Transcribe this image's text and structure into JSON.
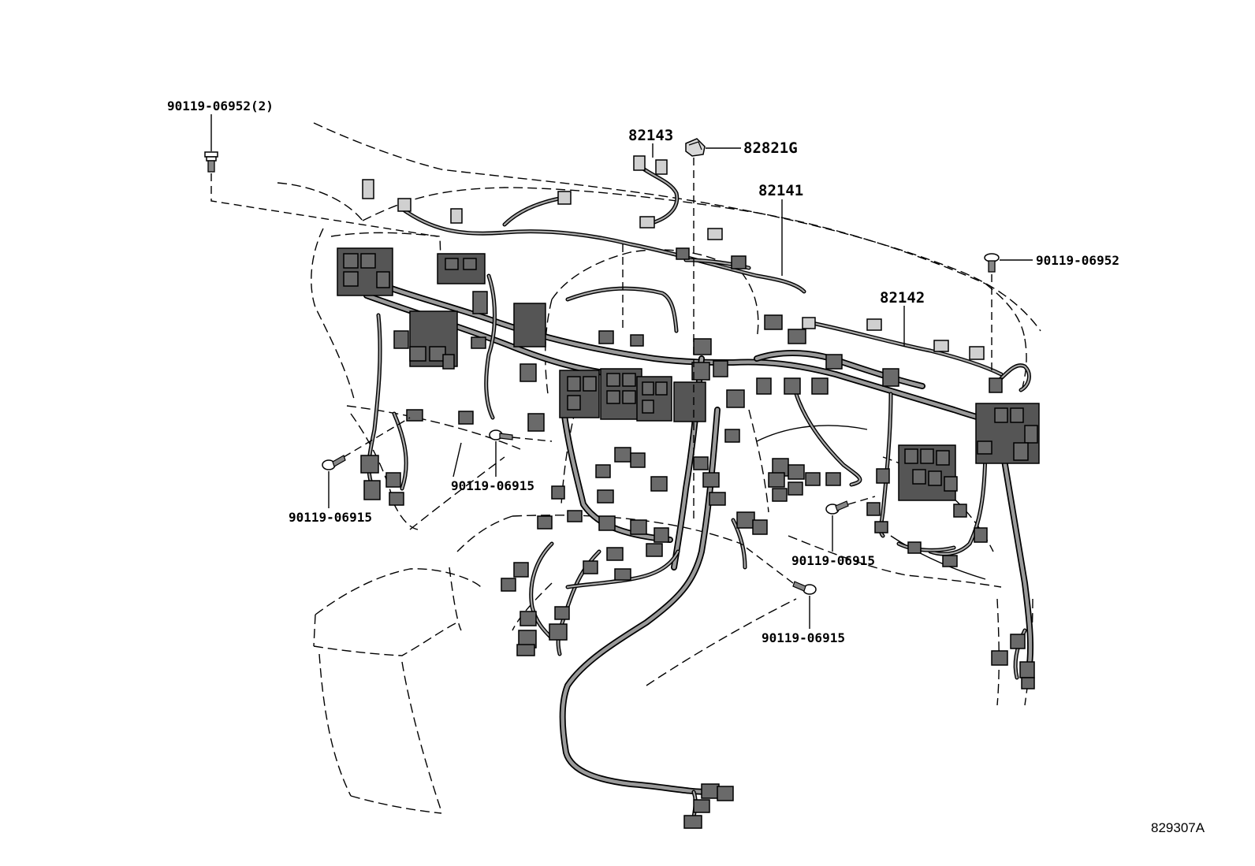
{
  "figure_id": "829307A",
  "labels": {
    "bolt_top_left": "90119-06952(2)",
    "part_82143": "82143",
    "part_82821g": "82821G",
    "part_82141": "82141",
    "bolt_top_right": "90119-06952",
    "part_82142": "82142",
    "bolt_left": "90119-06915",
    "bolt_center_left": "90119-06915",
    "bolt_center_right": "90119-06915",
    "bolt_bottom_center": "90119-06915"
  }
}
